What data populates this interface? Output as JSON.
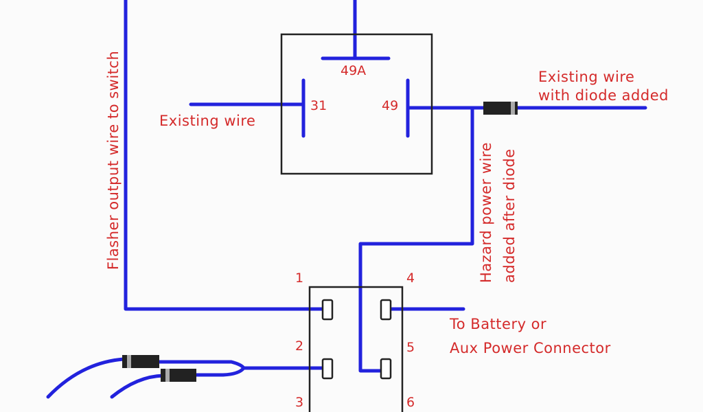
{
  "colors": {
    "wire": "#2222dd",
    "label": "#d42a2a",
    "outline": "#222222",
    "background": "#fbfbfb"
  },
  "relay": {
    "pin_49a": "49A",
    "pin_31": "31",
    "pin_49": "49"
  },
  "switch": {
    "pins": [
      "1",
      "2",
      "3",
      "4",
      "5",
      "6"
    ]
  },
  "labels": {
    "existing_wire": "Existing wire",
    "existing_wire_diode_line1": "Existing wire",
    "existing_wire_diode_line2": "with diode added",
    "flasher_output": "Flasher output wire to switch",
    "hazard_line1": "Hazard power wire",
    "hazard_line2": "added after diode",
    "battery_line1": "To Battery or",
    "battery_line2": "Aux Power Connector"
  }
}
